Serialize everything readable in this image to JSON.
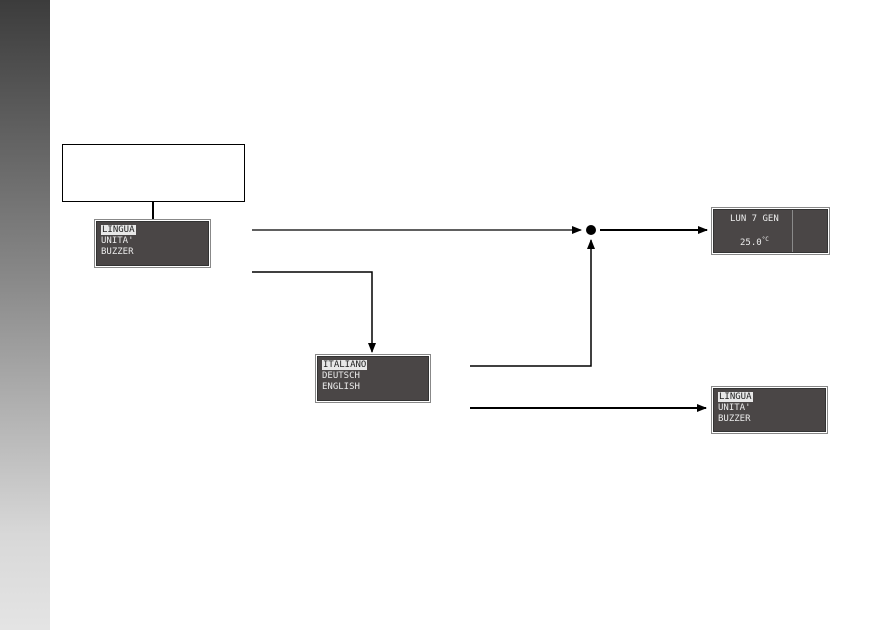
{
  "menu_main": {
    "items": [
      {
        "label": "LINGUA",
        "selected": true
      },
      {
        "label": "UNITA'",
        "selected": false
      },
      {
        "label": "BUZZER",
        "selected": false
      }
    ]
  },
  "menu_language": {
    "items": [
      {
        "label": "ITALIANO",
        "selected": true
      },
      {
        "label": "DEUTSCH",
        "selected": false
      },
      {
        "label": "ENGLISH",
        "selected": false
      }
    ]
  },
  "menu_return": {
    "items": [
      {
        "label": "LINGUA",
        "selected": true
      },
      {
        "label": "UNITA'",
        "selected": false
      },
      {
        "label": "BUZZER",
        "selected": false
      }
    ]
  },
  "home_display": {
    "date": "LUN 7 GEN",
    "temperature": "25.0",
    "unit": "°C"
  },
  "colors": {
    "lcd_background": "#4a4646",
    "lcd_text": "#ececec",
    "side_strip_top": "#3c3c3c",
    "side_strip_bottom": "#e4e4e4"
  }
}
